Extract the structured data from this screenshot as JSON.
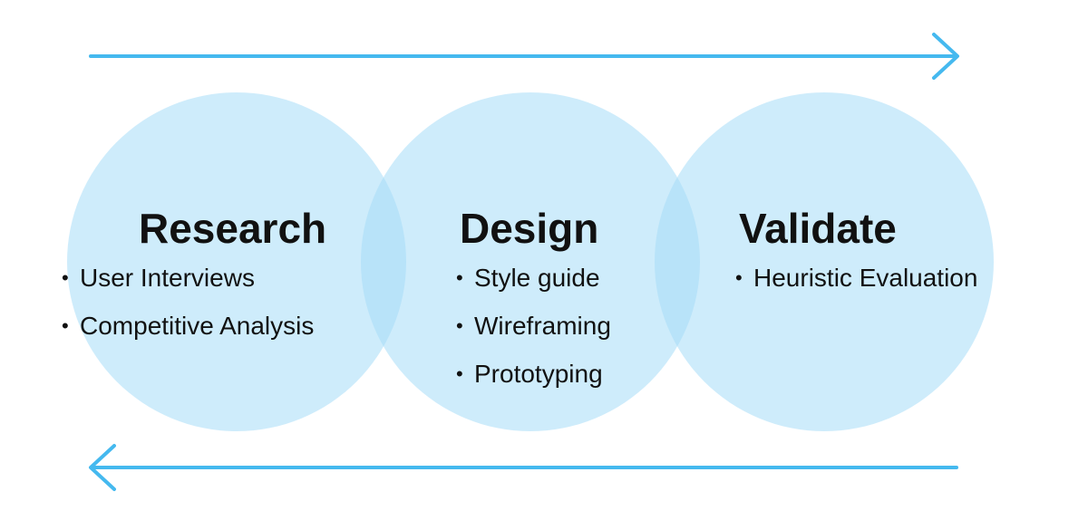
{
  "colors": {
    "circle_fill": "#a6dcf7",
    "arrow": "#45b9ef",
    "text": "#111111"
  },
  "arrows": {
    "top": "arrow-right-icon",
    "bottom": "arrow-left-icon"
  },
  "stages": [
    {
      "title": "Research",
      "items": [
        "User Interviews",
        "Competitive Analysis"
      ]
    },
    {
      "title": "Design",
      "items": [
        "Style guide",
        "Wireframing",
        "Prototyping"
      ]
    },
    {
      "title": "Validate",
      "items": [
        "Heuristic Evaluation"
      ]
    }
  ],
  "bullet_char": "•"
}
